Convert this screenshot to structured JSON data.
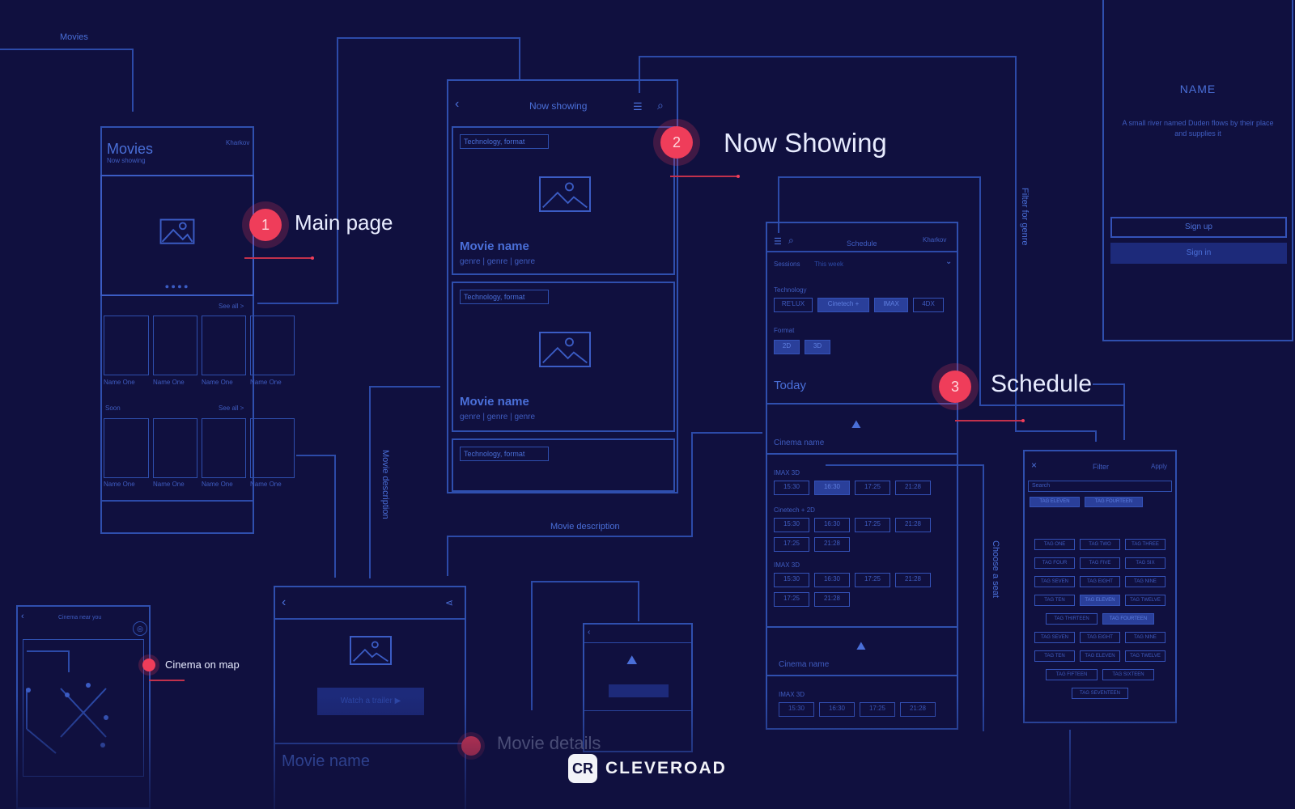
{
  "steps": {
    "main_page": {
      "number": "1",
      "label": "Main page"
    },
    "now_showing": {
      "number": "2",
      "label": "Now Showing"
    },
    "schedule": {
      "number": "3",
      "label": "Schedule"
    },
    "cinema_on_map": {
      "label": "Cinema on map"
    },
    "movie_details": {
      "label": "Movie details"
    }
  },
  "connectors": {
    "movies": "Movies",
    "movie_description_h": "Movie description",
    "movie_description_v": "Movie description",
    "filter_for_genre": "Filter for genre",
    "choose_a_seat": "Choose a seat"
  },
  "main_screen": {
    "title": "Movies",
    "subtitle": "Now showing",
    "city": "Kharkov",
    "see_all": "See all >",
    "section2": "Soon",
    "thumb_caption": "Name One"
  },
  "now_showing_screen": {
    "title": "Now showing",
    "cards": [
      {
        "tag": "Technology, format",
        "name": "Movie name",
        "genres": "genre  |  genre  |  genre"
      },
      {
        "tag": "Technology, format",
        "name": "Movie name",
        "genres": "genre  |  genre  |  genre"
      },
      {
        "tag": "Technology, format"
      }
    ]
  },
  "schedule_screen": {
    "title": "Schedule",
    "city": "Kharkov",
    "sessions": "Sessions",
    "sessions_value": "This week",
    "technology": "Technology",
    "tech_chips": [
      "RE'LUX",
      "Cinetech +",
      "IMAX",
      "4DX"
    ],
    "format": "Format",
    "format_chips": [
      "2D",
      "3D"
    ],
    "today": "Today",
    "cinema_name": "Cinema name",
    "group1": "IMAX  3D",
    "group2": "Cinetech +  2D",
    "group3": "IMAX  3D",
    "times": [
      "15:30",
      "16:30",
      "17:25",
      "21:28"
    ],
    "times2": [
      "17:25",
      "21:28"
    ],
    "cinema_name2": "Cinema name",
    "group4": "IMAX  3D"
  },
  "signin_screen": {
    "title": "NAME",
    "text": "A small river named Duden flows by their place and supplies it",
    "sign_up": "Sign up",
    "sign_in": "Sign in"
  },
  "filter_screen": {
    "title": "Filter",
    "apply": "Apply",
    "search": "Search",
    "selected": [
      "TAG ELEVEN",
      "TAG FOURTEEN"
    ],
    "tags": [
      "TAG ONE",
      "TAG TWO",
      "TAG THREE",
      "TAG FOUR",
      "TAG FIVE",
      "TAG SIX",
      "TAG SEVEN",
      "TAG EIGHT",
      "TAG NINE",
      "TAG TEN",
      "TAG ELEVEN",
      "TAG TWELVE",
      "TAG THIRTEEN",
      "TAG FOURTEEN",
      "TAG SEVEN",
      "TAG EIGHT",
      "TAG NINE",
      "TAG TEN",
      "TAG ELEVEN",
      "TAG TWELVE",
      "TAG FIFTEEN",
      "TAG SIXTEEN",
      "TAG SEVENTEEN"
    ]
  },
  "map_screen": {
    "title": "Cinema near you"
  },
  "details_screen": {
    "trailer": "Watch a trailer",
    "movie_name": "Movie name"
  },
  "brand": {
    "name": "CLEVEROAD"
  }
}
